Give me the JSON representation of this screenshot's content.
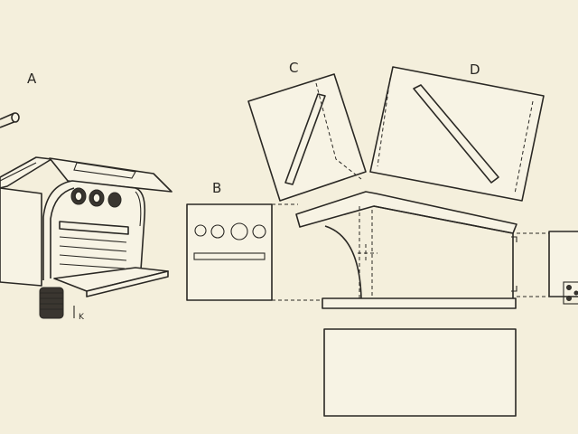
{
  "labels": {
    "a": "A",
    "b": "B",
    "c": "C",
    "d": "D",
    "k": "K"
  }
}
